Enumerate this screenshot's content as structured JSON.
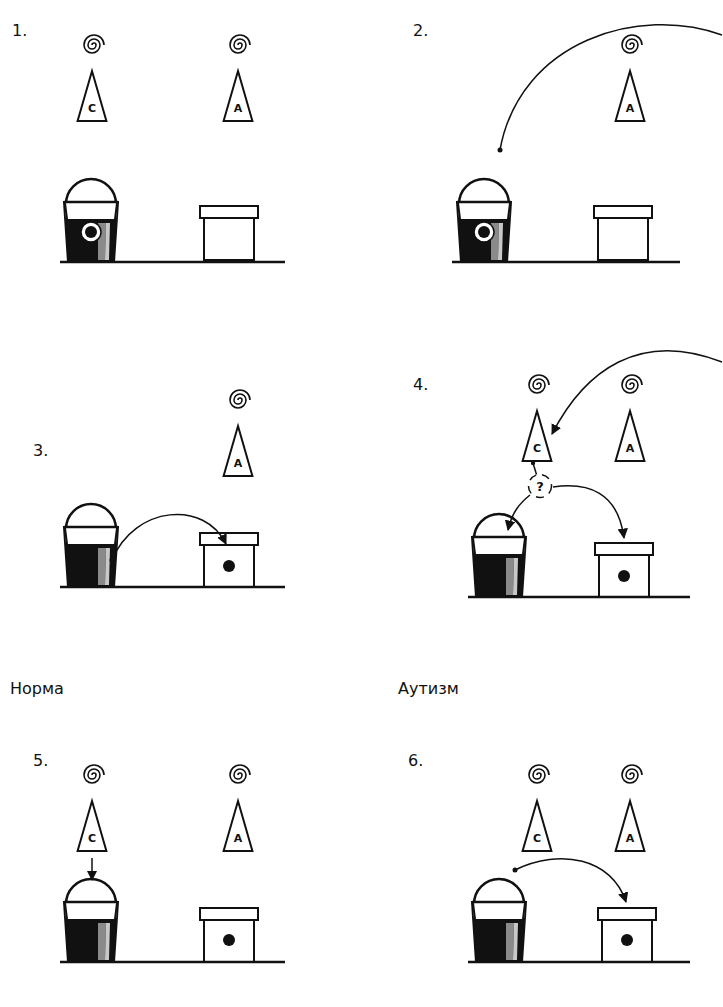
{
  "diagram": {
    "nodes": [
      {
        "text": [
          "С"
        ]
      },
      {
        "text": [
          "А"
        ]
      },
      {
        "text": [
          "А"
        ]
      },
      {
        "text": [
          "А"
        ]
      },
      {
        "text": [
          "С"
        ]
      },
      {
        "text": [
          "А"
        ]
      },
      {
        "text": [
          "?"
        ]
      },
      {
        "text": [
          "С"
        ]
      },
      {
        "text": [
          "А"
        ]
      },
      {
        "text": [
          "С"
        ]
      },
      {
        "text": [
          "А"
        ]
      }
    ],
    "edges": [
      {
        "from": 4,
        "to": 6,
        "arrow": "none"
      }
    ],
    "labels": [
      "1.",
      "2.",
      "3.",
      "4.",
      "Норма",
      "Аутизм",
      "5.",
      "6."
    ]
  }
}
